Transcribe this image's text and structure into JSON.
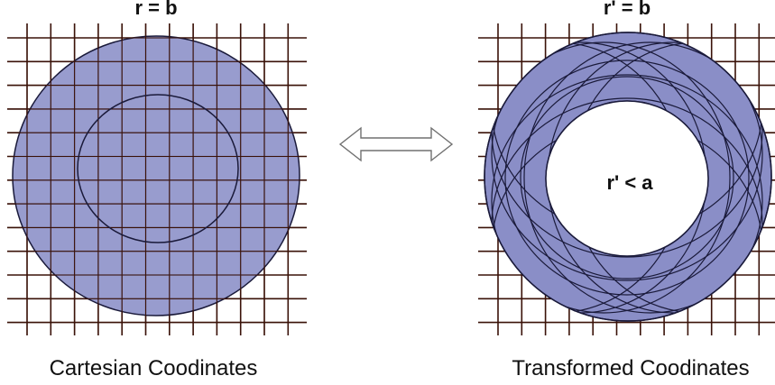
{
  "left_panel": {
    "boundary_label": "r  = b",
    "caption": "Cartesian Coodinates"
  },
  "right_panel": {
    "boundary_label": "r' = b",
    "inner_label": "r' < a",
    "caption": "Transformed Coodinates"
  },
  "arrow": {
    "icon": "double-arrow-icon"
  },
  "colors": {
    "fill": "#8a8ec7",
    "grid": "#3a1208",
    "outline": "#1a1a3a",
    "arrow_stroke": "#707070"
  }
}
